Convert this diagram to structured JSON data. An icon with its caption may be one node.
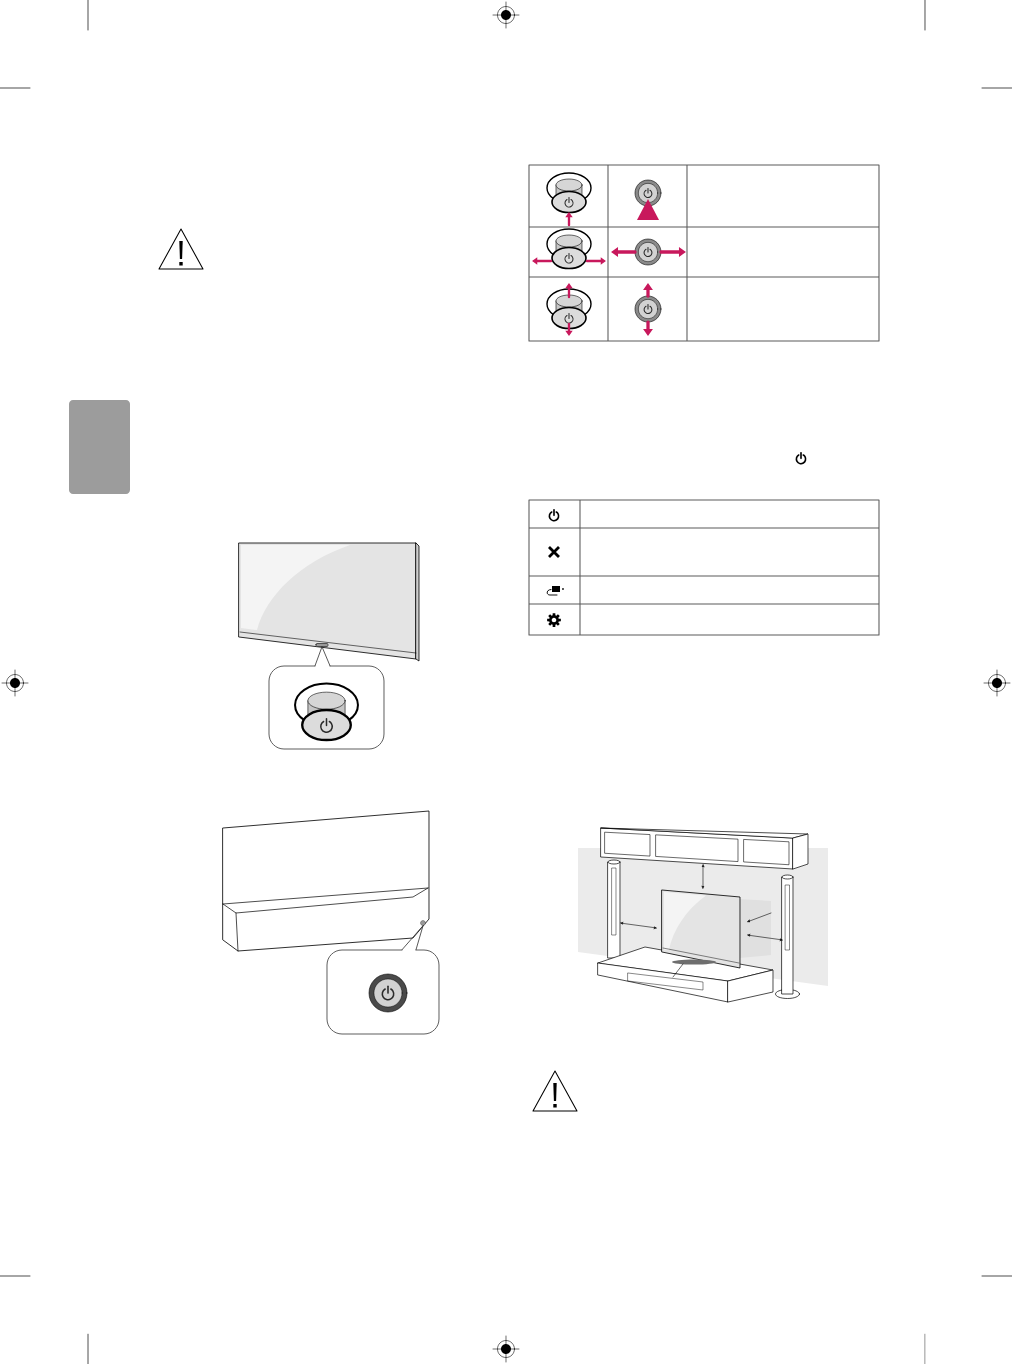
{
  "diagram": {
    "nodes": [
      {
        "text": [],
        "shape": "box"
      },
      {
        "text": [],
        "shape": "picture"
      },
      {
        "text": [],
        "shape": "box",
        "in": 1
      },
      {
        "text": [],
        "shape": "box"
      },
      {
        "text": [],
        "shape": "picture"
      },
      {
        "text": [],
        "shape": "circle",
        "in": 4
      },
      {
        "text": [],
        "shape": "box"
      }
    ],
    "edges": [
      {
        "from": 3,
        "to": 2,
        "arrow": "none"
      },
      {
        "from": 6,
        "to": 5,
        "arrow": "none"
      }
    ]
  }
}
